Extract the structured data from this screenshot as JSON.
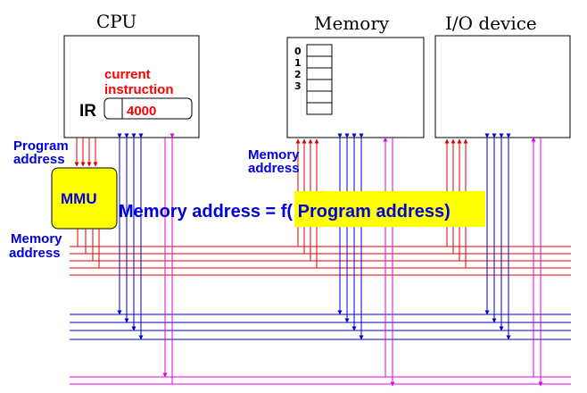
{
  "labels": {
    "cpu": "CPU",
    "memory": "Memory",
    "io_device": "I/O device",
    "current_instruction_line1": "current",
    "current_instruction_line2": "instruction",
    "ir": "IR",
    "ir_value": "4000",
    "program_address_line1": "Program",
    "program_address_line2": "address",
    "mmu": "MMU",
    "memory_address_left_line1": "Memory",
    "memory_address_left_line2": "address",
    "memory_address_mid_line1": "Memory",
    "memory_address_mid_line2": "address",
    "formula": "Memory address = f( Program address)"
  },
  "memory_cells": [
    "0",
    "1",
    "2",
    "3"
  ],
  "colors": {
    "address_bus": "#e00000",
    "data_bus": "#0000cc",
    "control_bus": "#e000e0",
    "mmu_fill": "#ffff00",
    "formula_highlight": "#ffff00",
    "label_red": "#ff0000",
    "label_blue": "#0000dd"
  }
}
